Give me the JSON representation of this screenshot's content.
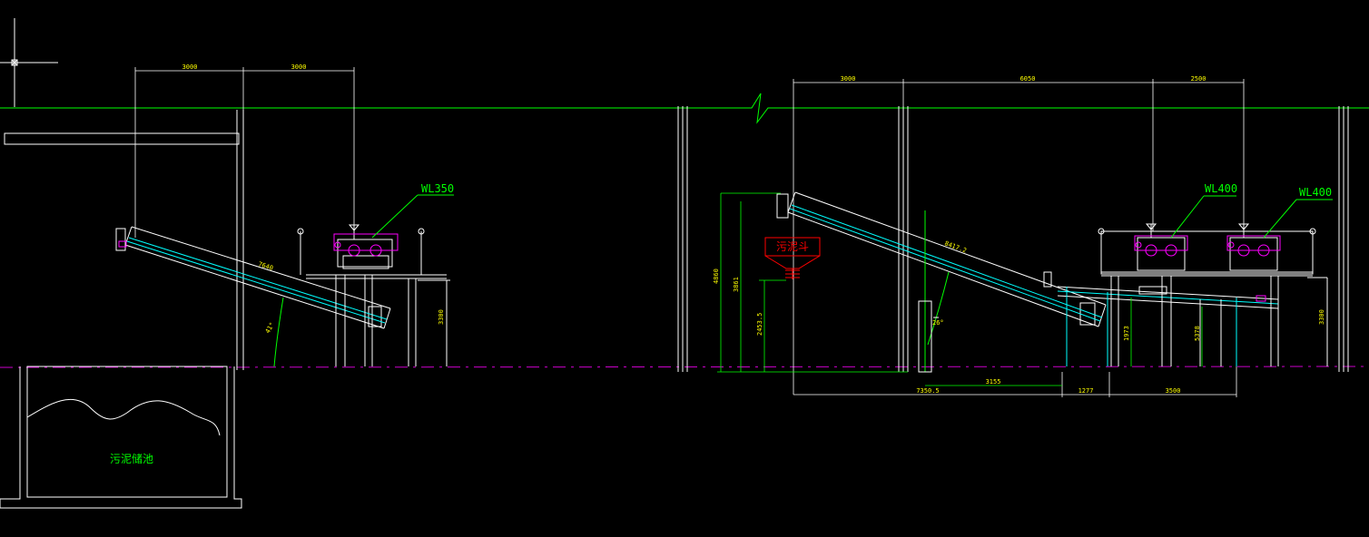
{
  "colors": {
    "background": "#000000",
    "geometry": "#ffffff",
    "floor_line": "#00ff00",
    "ground_line": "#cc00cc",
    "dimension_text": "#ffff00",
    "dimension_line": "#00ff00",
    "label_line": "#00ff00",
    "centerline": "#00ffff",
    "hopper": "#ff0000",
    "motor": "#ff00ff"
  },
  "left_section": {
    "top_dimensions": [
      "3000",
      "3000"
    ],
    "equipment_tag": "WL350",
    "conveyor_length": "7640",
    "angle": "41°",
    "height": "3300",
    "tank_label": "污泥储池"
  },
  "right_section": {
    "top_dimensions": [
      "3000",
      "6050",
      "2500"
    ],
    "equipment_tags": [
      "WL400",
      "WL400"
    ],
    "hopper_label": "污泥斗",
    "conveyor_length": "8417.2",
    "angle": "26°",
    "heights": [
      "4860",
      "3861",
      "2453.5",
      "1973",
      "5378",
      "3300"
    ],
    "bottom_dimensions": [
      "7350.5",
      "3155",
      "1277",
      "3500"
    ]
  }
}
